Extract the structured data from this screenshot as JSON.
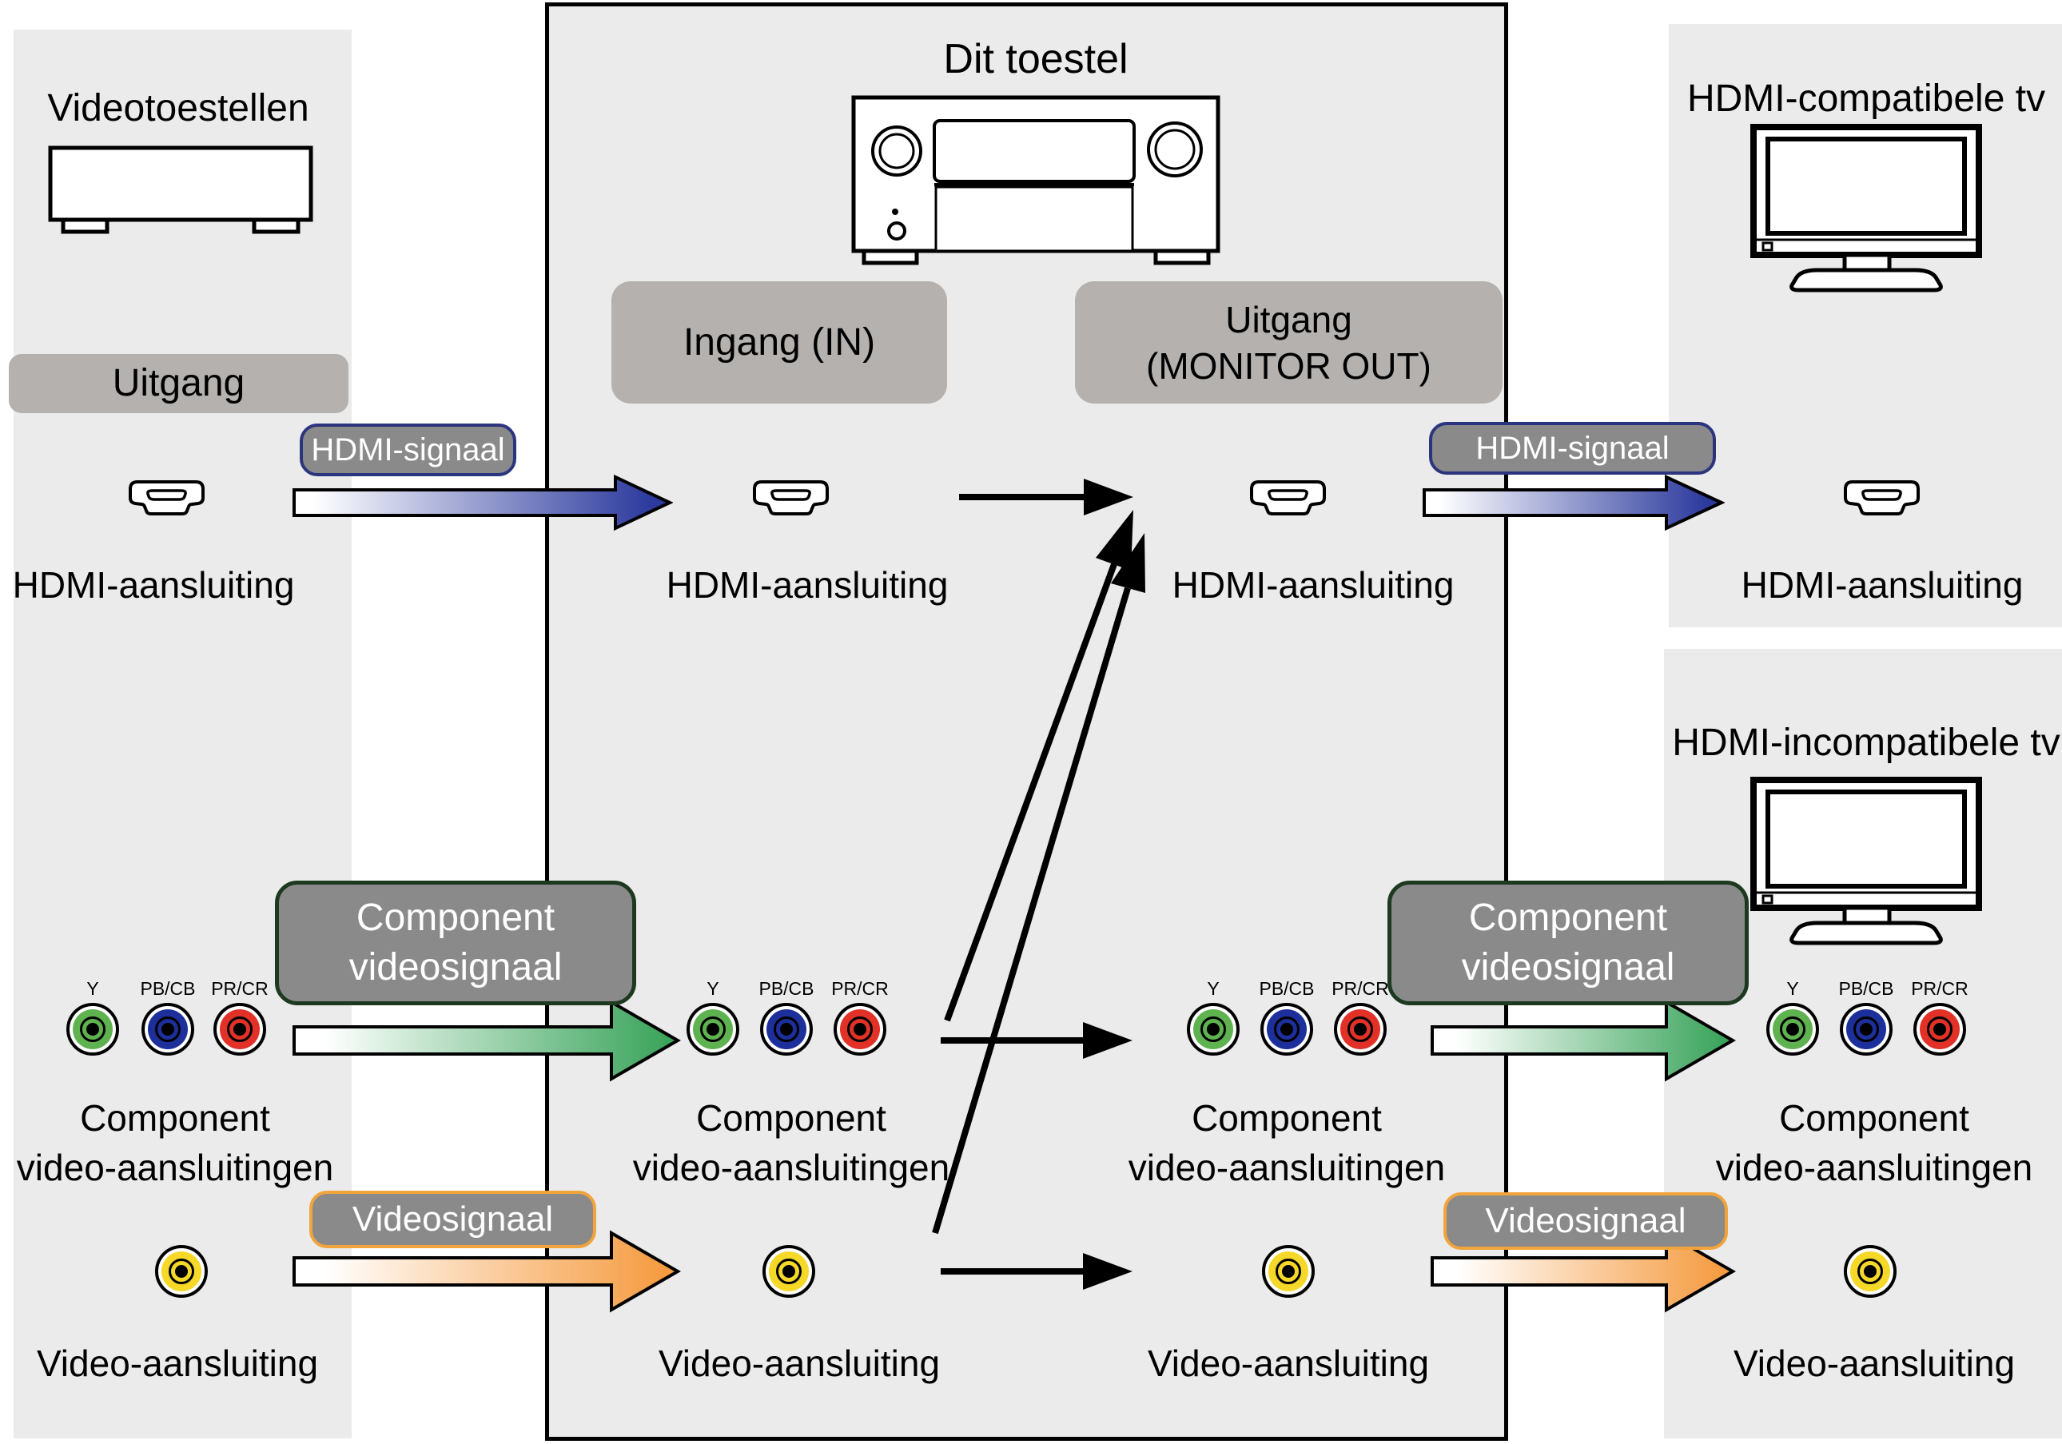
{
  "device": {
    "title": "Dit toestel"
  },
  "source": {
    "title": "Videotoestellen",
    "output_chip": "Uitgang"
  },
  "chips": {
    "input": "Ingang (IN)",
    "output_line1": "Uitgang",
    "output_line2": "(MONITOR OUT)"
  },
  "signals": {
    "hdmi": {
      "label": "HDMI-signaal",
      "color": "#2c3a9d",
      "border": "#2a357e"
    },
    "component": {
      "line1": "Component",
      "line2": "videosignaal",
      "color": "#3ba45c",
      "border": "#1d3a20"
    },
    "video": {
      "label": "Videosignaal",
      "color": "#f59b40",
      "border": "#f2a43c"
    }
  },
  "connectors": {
    "hdmi_label": "HDMI-aansluiting",
    "component_line1": "Component",
    "component_line2": "video-aansluitingen",
    "video_label": "Video-aansluiting",
    "rca": {
      "y": "Y",
      "pb": "PB/CB",
      "pr": "PR/CR",
      "colors": {
        "y": "#5eb350",
        "pb": "#1c2f9a",
        "pr": "#e23126",
        "video": "#f6d829"
      }
    }
  },
  "tvs": {
    "compatible": "HDMI-compatibele tv",
    "incompatible": "HDMI-incompatibele tv"
  },
  "panel_color": "#ebebeb",
  "chip_color": "#b4b1ae",
  "badge_fill": "#8a8a8a"
}
